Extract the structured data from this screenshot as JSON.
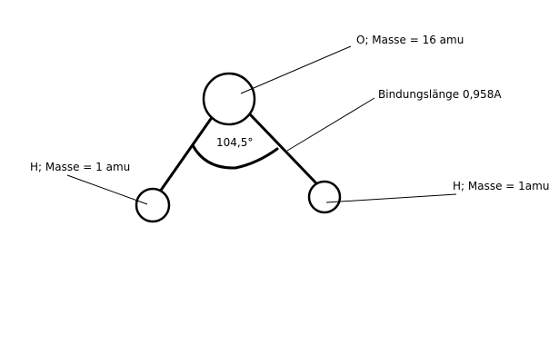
{
  "diagram": {
    "atoms": {
      "oxygen": {
        "label": "O; Masse = 16 amu"
      },
      "hydrogen_left": {
        "label": "H; Masse = 1 amu"
      },
      "hydrogen_right": {
        "label": "H; Masse = 1amu"
      }
    },
    "bond_length_label": "Bindungslänge 0,958A",
    "bond_angle_label": "104,5°",
    "colors": {
      "stroke": "#000000",
      "background": "#ffffff"
    }
  }
}
